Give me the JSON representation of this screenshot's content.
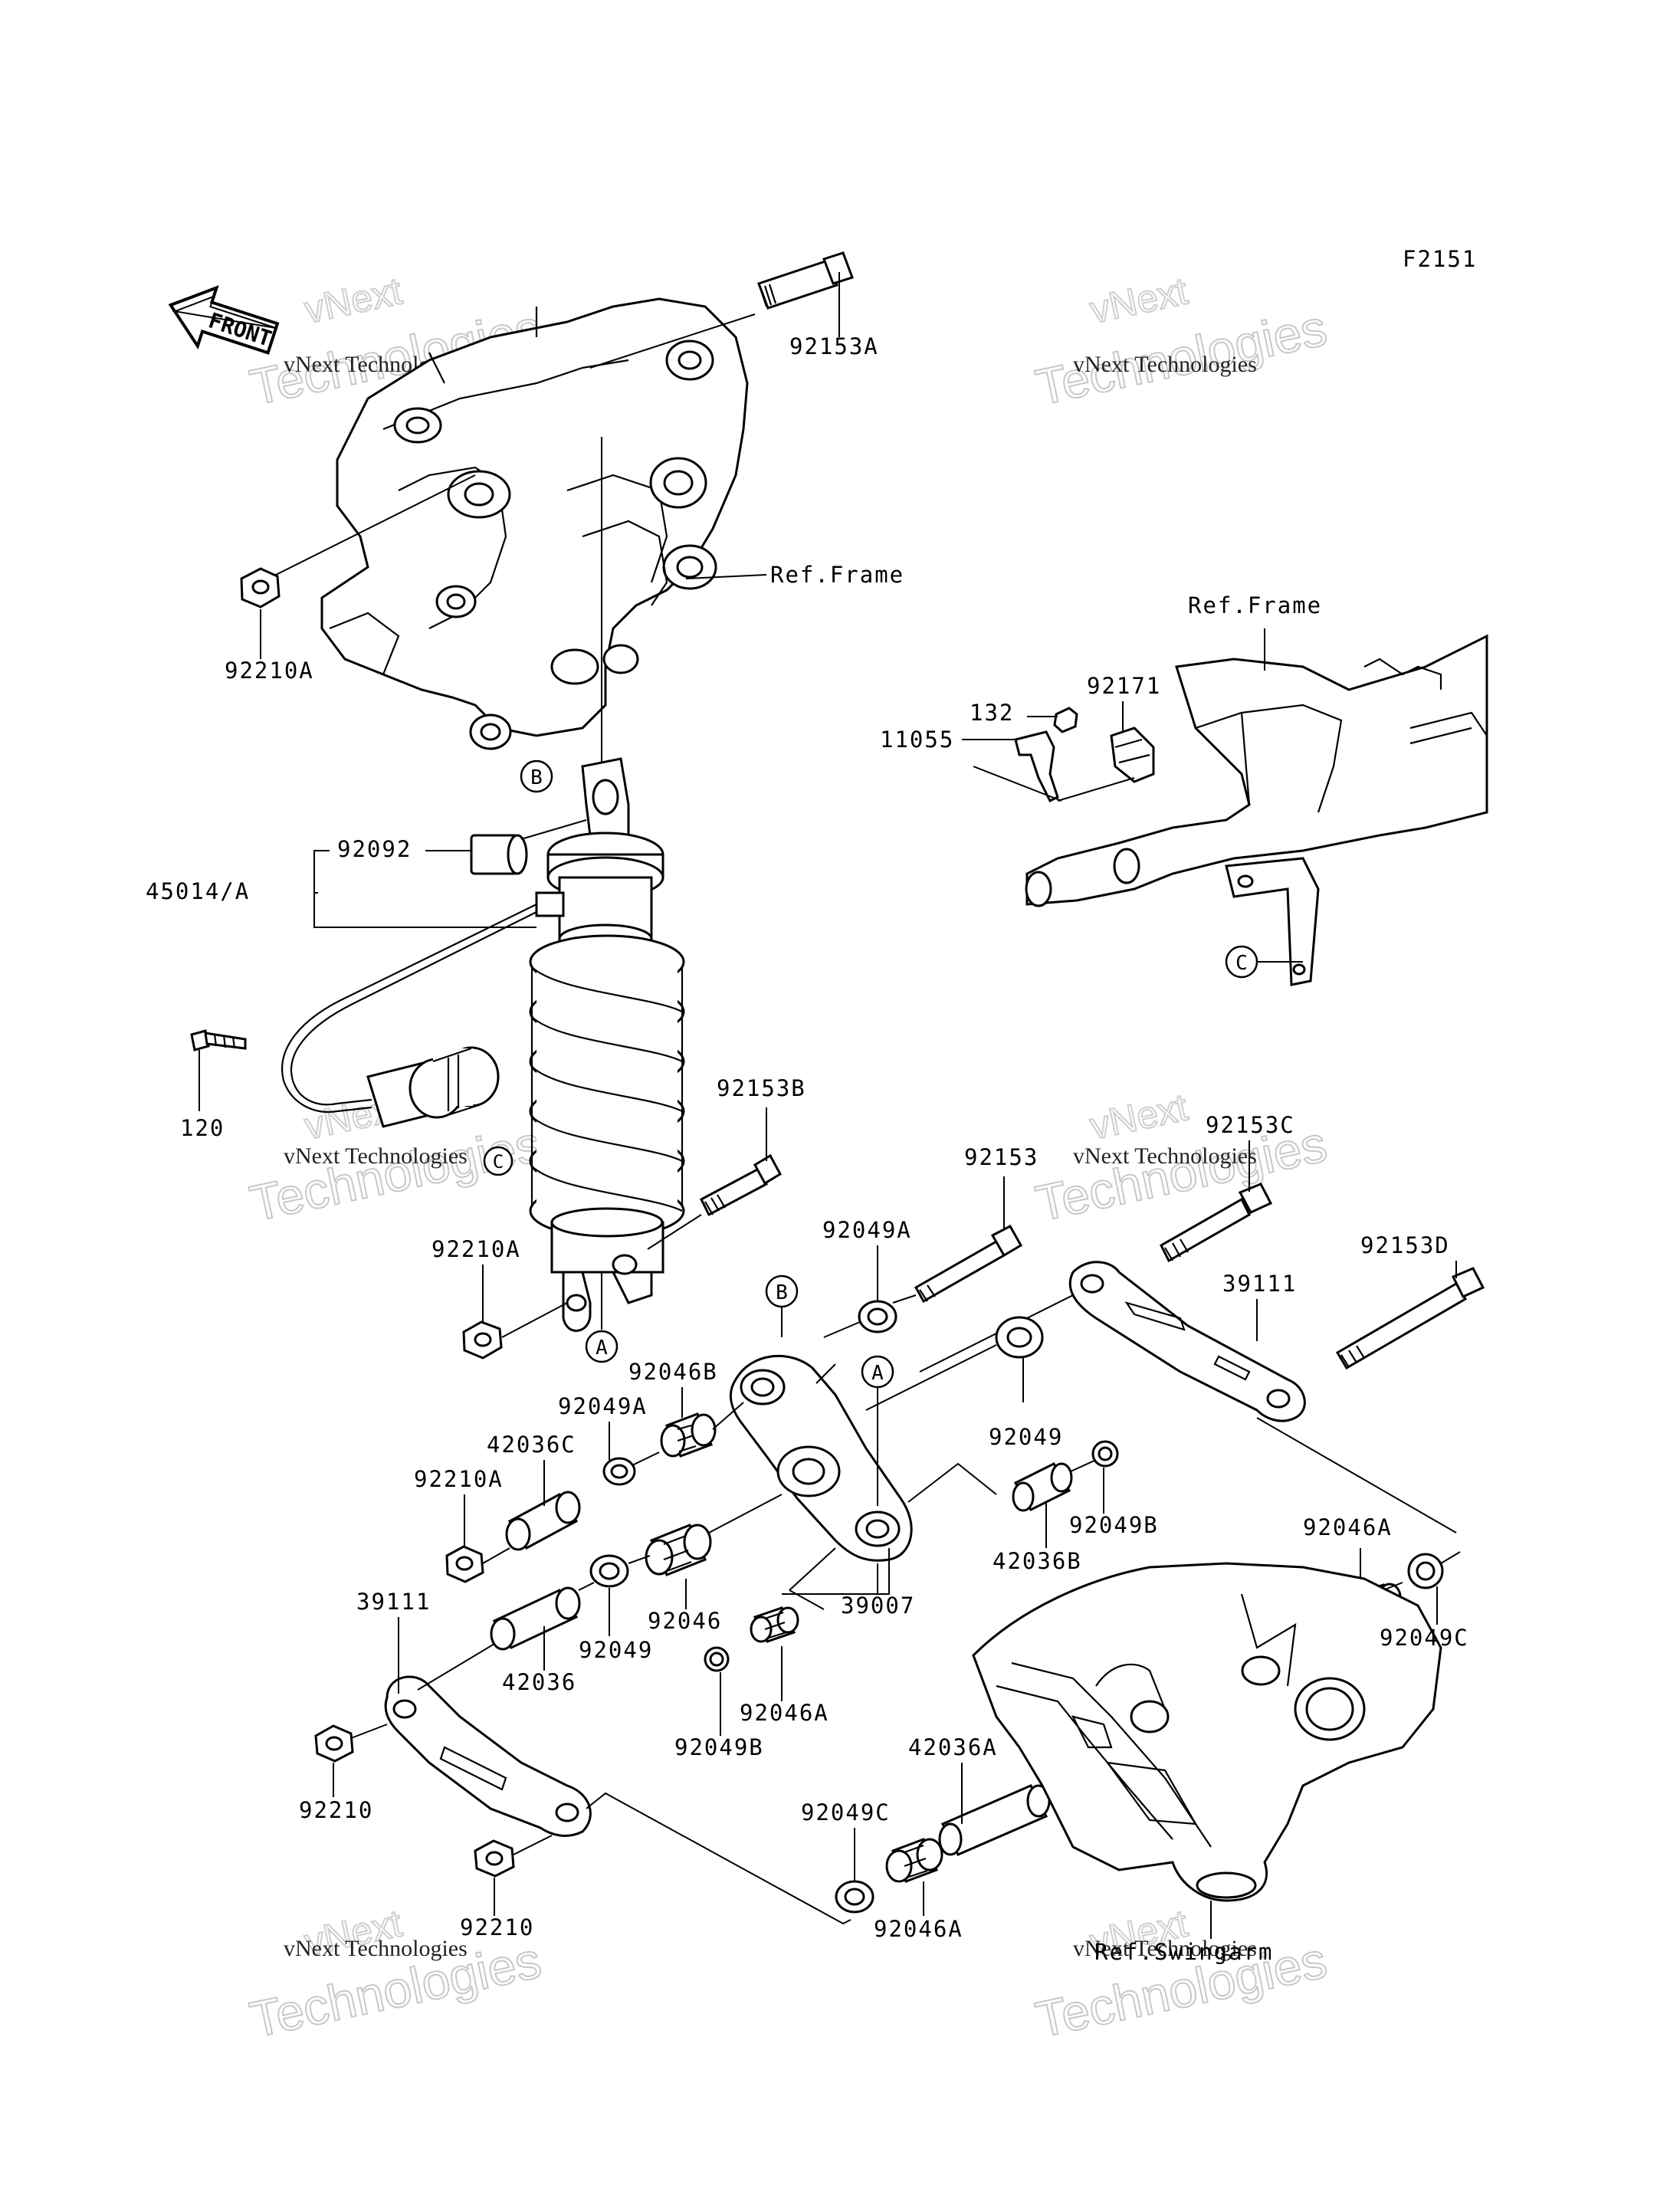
{
  "figure_code": "F2151",
  "front_label": "FRONT",
  "watermark": {
    "company": "vNext Technologies",
    "line1": "vNext",
    "line2": "Technologies"
  },
  "refs": {
    "frame_top": "Ref.Frame",
    "frame_right": "Ref.Frame",
    "swingarm": "Ref.Swingarm"
  },
  "circle_markers": {
    "a": "A",
    "b": "B",
    "c": "C"
  },
  "labels": {
    "p92153A": "92153A",
    "p92210A_top": "92210A",
    "p92092": "92092",
    "p45014A": "45014/A",
    "p120": "120",
    "p132": "132",
    "p92171": "92171",
    "p11055": "11055",
    "p92153B": "92153B",
    "p92153": "92153",
    "p92153C": "92153C",
    "p92153D": "92153D",
    "p92210A_mid": "92210A",
    "p92049A_top": "92049A",
    "p92046B": "92046B",
    "p39111_right": "39111",
    "p92049A_mid": "92049A",
    "p42036C": "42036C",
    "p92210A_low": "92210A",
    "p92049": "92049",
    "p92049B_right": "92049B",
    "p42036B": "42036B",
    "p92046A_right": "92046A",
    "p92049C_right": "92049C",
    "p39111_left": "39111",
    "p92046": "92046",
    "p39007": "39007",
    "p92049_low": "92049",
    "p42036": "42036",
    "p92046A_mid": "92046A",
    "p92049B_low": "92049B",
    "p92210_left": "92210",
    "p92210_low": "92210",
    "p42036A": "42036A",
    "p92049C_low": "92049C",
    "p92046A_low": "92046A"
  }
}
